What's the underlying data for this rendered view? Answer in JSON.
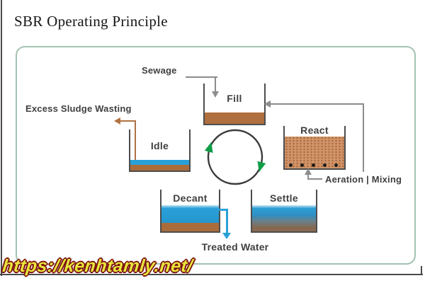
{
  "title": "SBR Operating Principle",
  "watermark": "https://kenhtamly.net/",
  "diagram": {
    "type": "process-cycle",
    "phases": [
      "Fill",
      "React",
      "Settle",
      "Decant",
      "Idle"
    ],
    "cycle_direction": "clockwise",
    "labels": {
      "sewage": "Sewage",
      "fill": "Fill",
      "react": "React",
      "settle": "Settle",
      "decant": "Decant",
      "idle": "Idle",
      "excess_sludge": "Excess Sludge Wasting",
      "aeration_mixing": "Aeration | Mixing",
      "treated_water": "Treated Water"
    },
    "colors": {
      "sludge_brown": "#b06f3e",
      "water_blue": "#2aa0d8",
      "react_mixed_liquor": "#d09468",
      "cycle_arrow_green": "#0f9d48",
      "connector_gray": "#8c8c8c",
      "tank_wall": "#4d4d4d",
      "panel_border": "#a3c2b2",
      "label_text": "#3f3f3f",
      "watermark_fill": "#e8e63a",
      "watermark_outline": "#7a1012"
    }
  }
}
